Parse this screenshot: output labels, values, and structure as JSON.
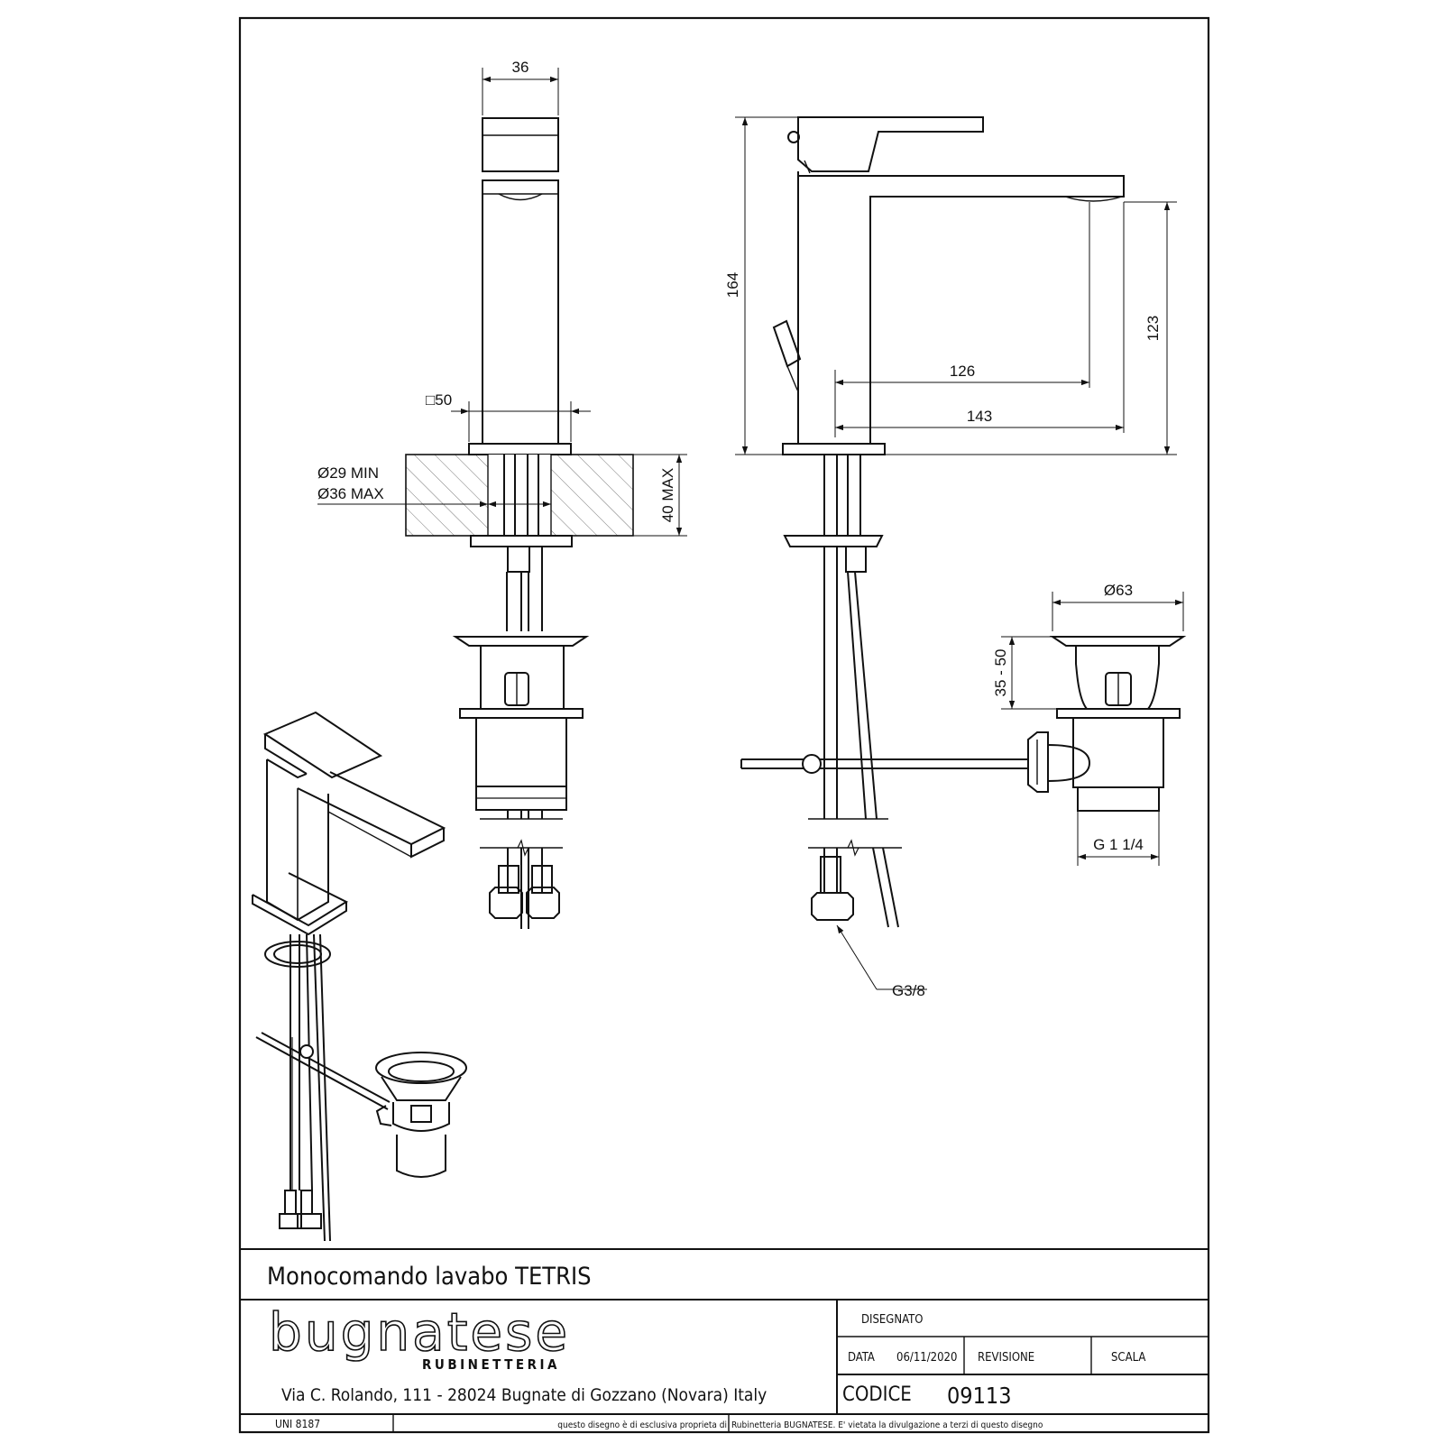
{
  "dimensions": {
    "spout_width": "36",
    "base_square": "□50",
    "hole_min": "Ø29 MIN",
    "hole_max": "Ø36 MAX",
    "deck_max": "40 MAX",
    "height_total": "164",
    "outlet_height": "123",
    "reach_outlet": "126",
    "reach_total": "143",
    "waste_diameter": "Ø63",
    "waste_depth": "35 - 50",
    "waste_thread": "G 1 1/4",
    "hose_thread": "G3/8"
  },
  "title_block": {
    "product_title": "Monocomando lavabo TETRIS",
    "brand_name": "bugnatese",
    "brand_sub": "RUBINETTERIA",
    "address": "Via C. Rolando, 111 - 28024 Bugnate di Gozzano (Novara) Italy",
    "disegnato_label": "DISEGNATO",
    "data_label": "DATA",
    "data_value": "06/11/2020",
    "revisione_label": "REVISIONE",
    "scala_label": "SCALA",
    "codice_label": "CODICE",
    "codice_value": "09113",
    "standard": "UNI 8187",
    "disclaimer_left": "questo disegno è di esclusiva proprieta di",
    "disclaimer_right": "Rubinetteria BUGNATESE. E' vietata la divulgazione a terzi di questo disegno"
  }
}
